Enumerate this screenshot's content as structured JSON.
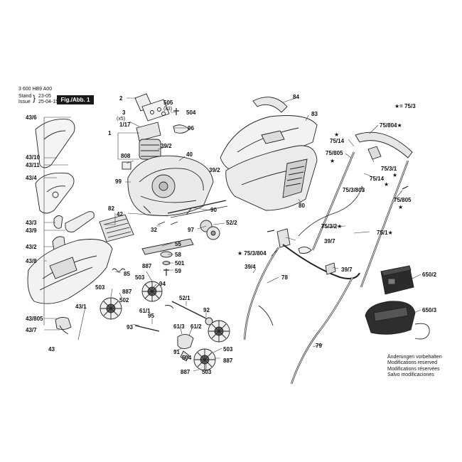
{
  "header": {
    "part_number": "3 600 HB9 A00",
    "stand_label": "Stand",
    "issue_label": "Issue",
    "stand_date": "23-05",
    "issue_date": "25-04-15",
    "figure_label": "Fig./Abb. 1"
  },
  "legend": "★= 75/3",
  "notes": [
    "Änderungen vorbehalten",
    "Modifications reserved",
    "Modifications réservées",
    "Salvo modificaciones"
  ],
  "callouts": [
    "43/6",
    "43/10",
    "43/11",
    "43/4",
    "43/3",
    "43/9",
    "43/2",
    "43/8",
    "43/805",
    "43/7",
    "43",
    "43/1",
    "2",
    "505",
    "(x3)",
    "3",
    "(x5)",
    "504",
    "1/17",
    "96",
    "1",
    "39/2",
    "808",
    "40",
    "99",
    "39/2",
    "82",
    "42",
    "90",
    "32",
    "97",
    "52/2",
    "55",
    "58",
    "501",
    "59",
    "85",
    "887",
    "503",
    "94",
    "503",
    "887",
    "502",
    "52/1",
    "61/1",
    "95",
    "92",
    "93",
    "61/3",
    "61/2",
    "91",
    "504",
    "503",
    "887",
    "887",
    "503",
    "84",
    "83",
    "80",
    "75/804★",
    "★",
    "75/14",
    "75/805",
    "★",
    "75/3/1",
    "★",
    "75/14",
    "★",
    "75/3/803",
    "75/805",
    "★",
    "75/3/2★",
    "75/1★",
    "★ 75/3/804",
    "39/7",
    "39/4",
    "78",
    "39/7",
    "79",
    "650/2",
    "650/3"
  ]
}
